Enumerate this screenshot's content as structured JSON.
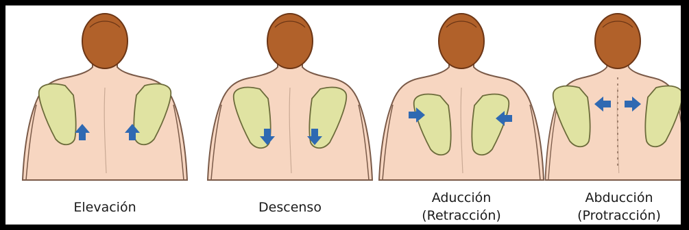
{
  "colors": {
    "frame": "#000000",
    "background": "#ffffff",
    "skin": "#f7d6c1",
    "skin_outline": "#7a5a48",
    "hair": "#b1612a",
    "hair_outline": "#6b3515",
    "scapula": "#e0e3a2",
    "scapula_outline": "#6b6a3a",
    "arrow": "#2f69b2"
  },
  "figures": [
    {
      "id": "elevacion",
      "caption_lines": [
        "Elevación"
      ],
      "arrow_direction": "up"
    },
    {
      "id": "descenso",
      "caption_lines": [
        "Descenso"
      ],
      "arrow_direction": "down"
    },
    {
      "id": "aduccion",
      "caption_lines": [
        "Aducción",
        "(Retracción)"
      ],
      "arrow_direction": "inward"
    },
    {
      "id": "abduccion",
      "caption_lines": [
        "Abducción",
        "(Protracción)"
      ],
      "arrow_direction": "outward"
    }
  ]
}
